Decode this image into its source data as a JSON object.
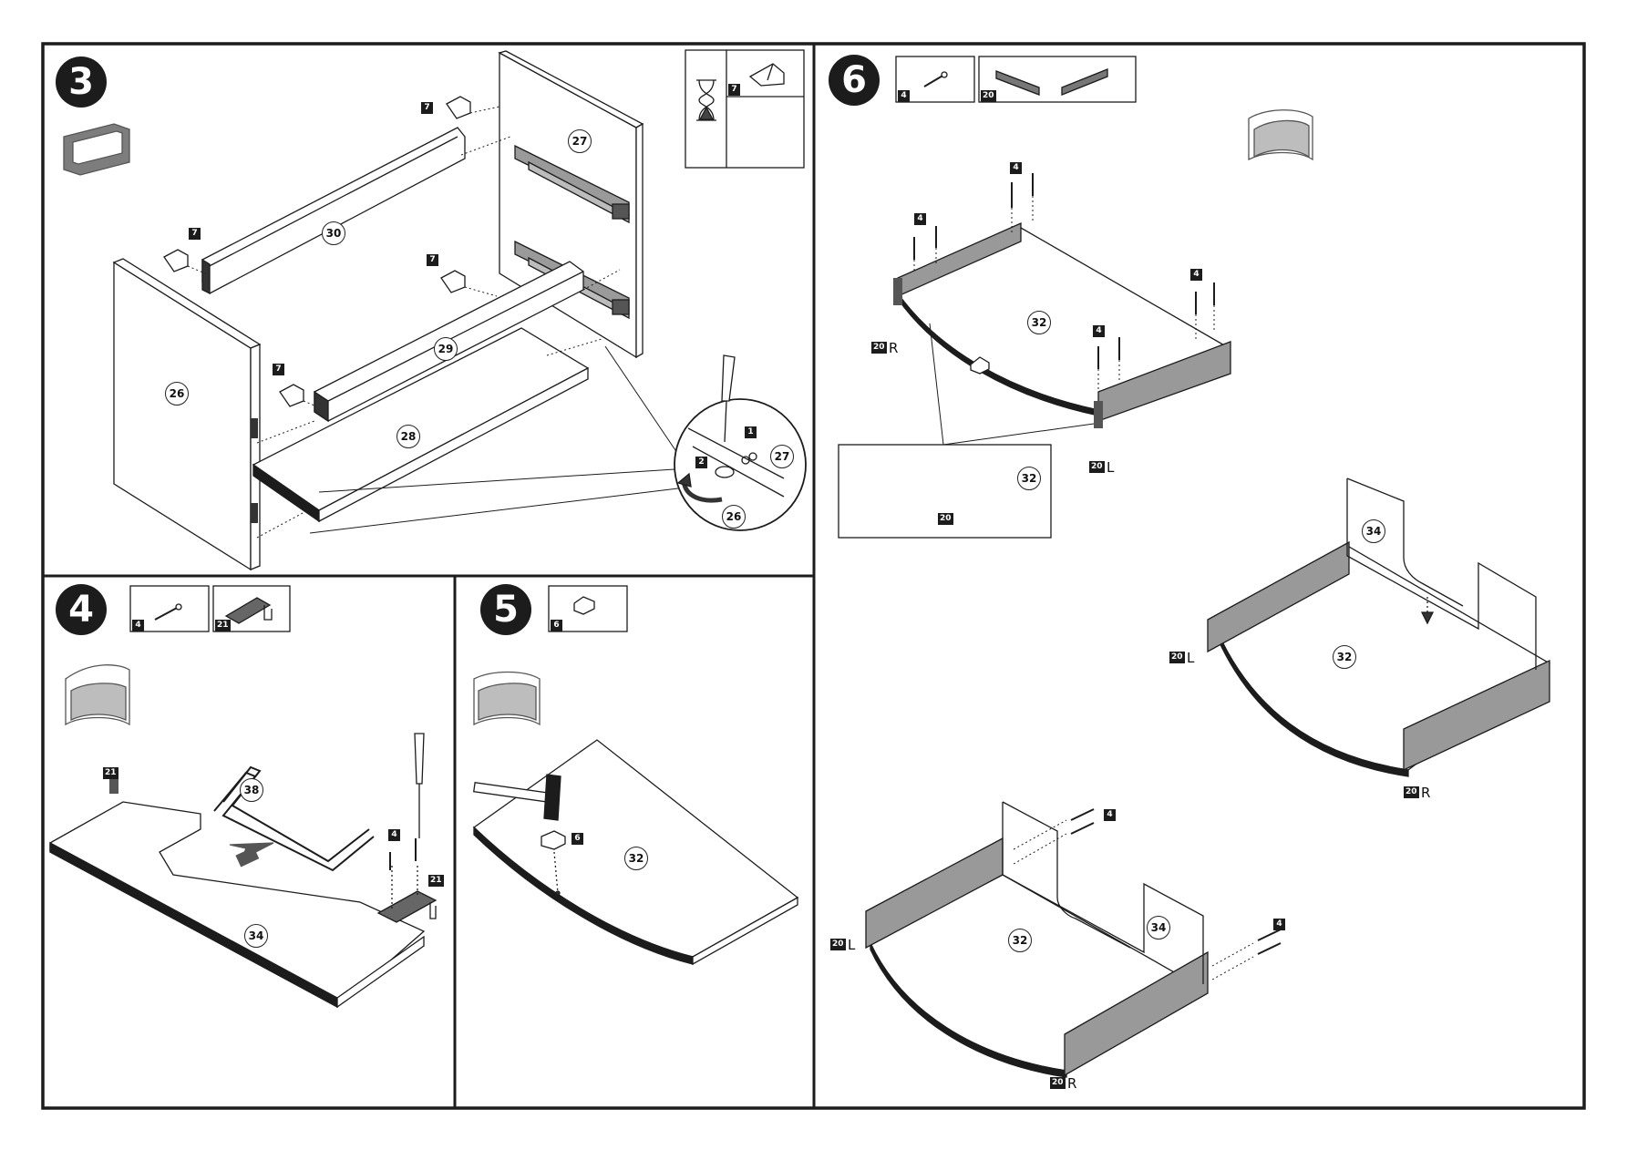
{
  "steps": {
    "s3": {
      "number": "3",
      "part_labels": [
        "27",
        "30",
        "26",
        "29",
        "28",
        "27",
        "26"
      ],
      "tag_7": "7",
      "detail_tags": [
        "1",
        "2"
      ],
      "legend_tag": "7"
    },
    "s4": {
      "number": "4",
      "legend_tags": [
        "4",
        "21"
      ],
      "tags": [
        "21",
        "4",
        "21"
      ],
      "part_labels": [
        "38",
        "34"
      ]
    },
    "s5": {
      "number": "5",
      "legend_tag": "6",
      "tag": "6",
      "part_label": "32"
    },
    "s6": {
      "number": "6",
      "legend_tags": [
        "4",
        "20"
      ],
      "screw_tag": "4",
      "part_labels": [
        "32",
        "32",
        "34",
        "32",
        "32",
        "34"
      ],
      "slide_tag": "20",
      "side_L": "L",
      "side_R": "R"
    }
  },
  "colors": {
    "line": "#1c1c1c",
    "panel_grey": "#7d7d7d",
    "light_grey": "#c8c8c8"
  }
}
